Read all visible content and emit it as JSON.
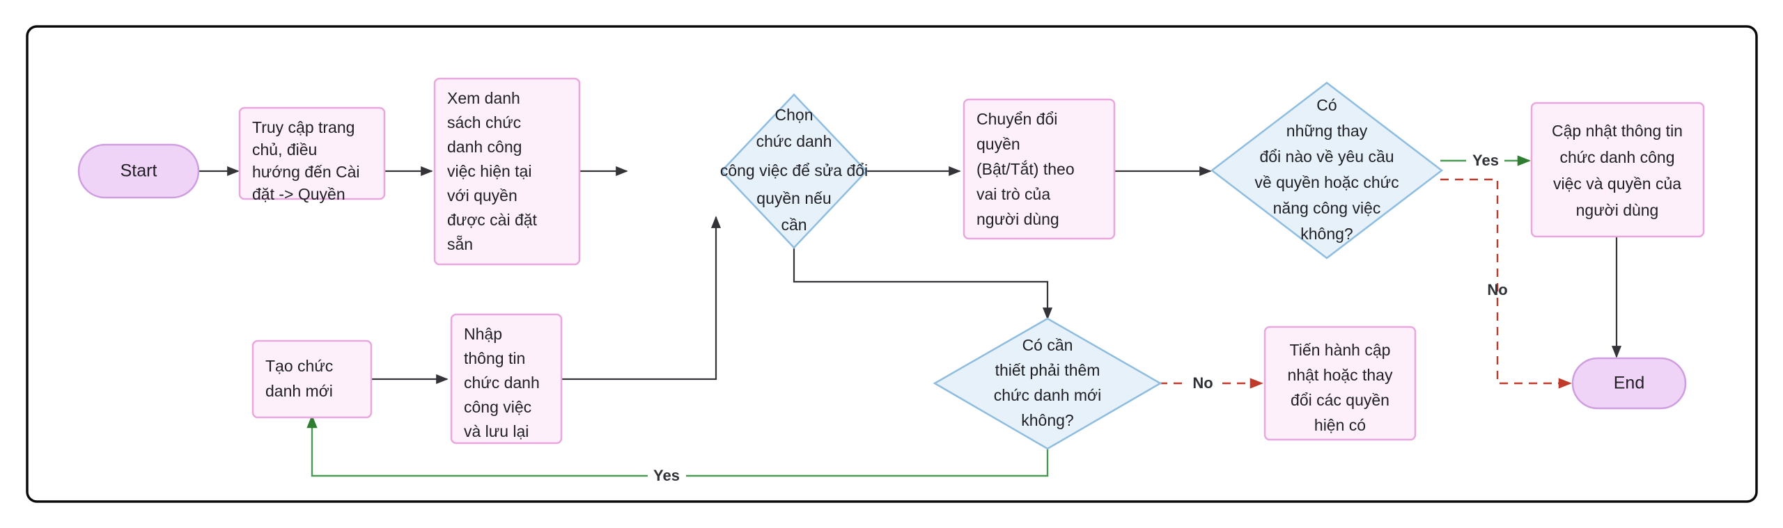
{
  "diagram": {
    "type": "flowchart",
    "title": "",
    "frame": {
      "border_color": "#0a0a0a",
      "background": "#ffffff"
    },
    "palette": {
      "process_fill": "#fdf0fb",
      "process_stroke": "#e8a7dd",
      "terminal_fill": "#efd4f7",
      "terminal_stroke": "#cf9ee0",
      "decision_fill": "#e6f1f9",
      "decision_stroke": "#8ebde0",
      "edge_default": "#333338",
      "edge_yes": "#4a9a55",
      "edge_no": "#c0392b",
      "text": "#1f1f24"
    },
    "nodes": [
      {
        "id": "start",
        "shape": "terminal",
        "label": "Start",
        "lines": [
          "Start"
        ]
      },
      {
        "id": "truy-cap",
        "shape": "process",
        "label": "Truy cập trang chủ, điều hướng đến Cài đặt -> Quyền",
        "lines": [
          "Truy cập trang",
          "chủ, điều",
          "hướng đến Cài",
          "đặt -> Quyền"
        ]
      },
      {
        "id": "xem-danh-sach",
        "shape": "process",
        "label": "Xem danh sách chức danh công việc hiện tại với quyền được cài đặt sẵn",
        "lines": [
          "Xem danh",
          "sách chức",
          "danh công",
          "việc hiện tại",
          "với quyền",
          "được cài đặt",
          "sẵn"
        ]
      },
      {
        "id": "chon-chuc-danh",
        "shape": "decision",
        "label": "Chọn chức danh công việc để sửa đổi quyền nếu cần",
        "lines": [
          "Chọn",
          "chức danh",
          "công việc để sửa đổi",
          "quyền nếu",
          "cần"
        ]
      },
      {
        "id": "chuyen-doi-quyen",
        "shape": "process",
        "label": "Chuyển đổi quyền (Bật/Tắt) theo vai trò của người dùng",
        "lines": [
          "Chuyển đổi",
          "quyền",
          "(Bật/Tắt) theo",
          "vai trò của",
          "người dùng"
        ]
      },
      {
        "id": "co-thay-doi",
        "shape": "decision",
        "label": "Có những thay đổi nào về yêu cầu về quyền hoặc chức năng công việc không?",
        "lines": [
          "Có",
          "những thay",
          "đổi nào về yêu cầu",
          "về quyền hoặc chức",
          "năng công việc",
          "không?"
        ]
      },
      {
        "id": "cap-nhat-thong-tin",
        "shape": "process",
        "label": "Cập nhật thông tin chức danh công việc và quyền của người dùng",
        "lines": [
          "Cập nhật thông tin",
          "chức danh công",
          "việc và quyền của",
          "người dùng"
        ]
      },
      {
        "id": "end",
        "shape": "terminal",
        "label": "End",
        "lines": [
          "End"
        ]
      },
      {
        "id": "tao-chuc-danh",
        "shape": "process",
        "label": "Tạo chức danh mới",
        "lines": [
          "Tạo chức",
          "danh mới"
        ]
      },
      {
        "id": "nhap-thong-tin",
        "shape": "process",
        "label": "Nhập thông tin chức danh công việc và lưu lại",
        "lines": [
          "Nhập",
          "thông tin",
          "chức danh",
          "công việc",
          "và lưu lại"
        ]
      },
      {
        "id": "co-can-them",
        "shape": "decision",
        "label": "Có cần thiết phải thêm chức danh mới không?",
        "lines": [
          "Có cần",
          "thiết phải thêm",
          "chức danh mới",
          "không?"
        ]
      },
      {
        "id": "tien-hanh-cap-nhat",
        "shape": "process",
        "label": "Tiến hành cập nhật hoặc thay đổi các quyền hiện có",
        "lines": [
          "Tiến hành cập",
          "nhật hoặc thay",
          "đổi các quyền",
          "hiện có"
        ]
      }
    ],
    "edges": [
      {
        "id": "e1",
        "from": "start",
        "to": "truy-cap",
        "label": "",
        "style": "solid"
      },
      {
        "id": "e2",
        "from": "truy-cap",
        "to": "xem-danh-sach",
        "label": "",
        "style": "solid"
      },
      {
        "id": "e3",
        "from": "xem-danh-sach",
        "to": "chon-chuc-danh",
        "label": "",
        "style": "solid"
      },
      {
        "id": "e4",
        "from": "chon-chuc-danh",
        "to": "chuyen-doi-quyen",
        "label": "",
        "style": "solid"
      },
      {
        "id": "e5",
        "from": "chuyen-doi-quyen",
        "to": "co-thay-doi",
        "label": "",
        "style": "solid"
      },
      {
        "id": "e6",
        "from": "co-thay-doi",
        "to": "cap-nhat-thong-tin",
        "label": "Yes",
        "style": "yes"
      },
      {
        "id": "e7",
        "from": "co-thay-doi",
        "to": "end",
        "label": "No",
        "style": "no"
      },
      {
        "id": "e8",
        "from": "cap-nhat-thong-tin",
        "to": "end",
        "label": "",
        "style": "solid"
      },
      {
        "id": "e9",
        "from": "tao-chuc-danh",
        "to": "nhap-thong-tin",
        "label": "",
        "style": "solid"
      },
      {
        "id": "e10",
        "from": "nhap-thong-tin",
        "to": "chon-chuc-danh",
        "label": "",
        "style": "solid"
      },
      {
        "id": "e11",
        "from": "chon-chuc-danh",
        "to": "co-can-them",
        "label": "",
        "style": "solid"
      },
      {
        "id": "e12",
        "from": "co-can-them",
        "to": "tien-hanh-cap-nhat",
        "label": "No",
        "style": "no"
      },
      {
        "id": "e13",
        "from": "co-can-them",
        "to": "tao-chuc-danh",
        "label": "Yes",
        "style": "yes"
      }
    ],
    "edge_labels": {
      "yes_top": "Yes",
      "no_right": "No",
      "no_bottom": "No",
      "yes_bottom": "Yes"
    }
  }
}
